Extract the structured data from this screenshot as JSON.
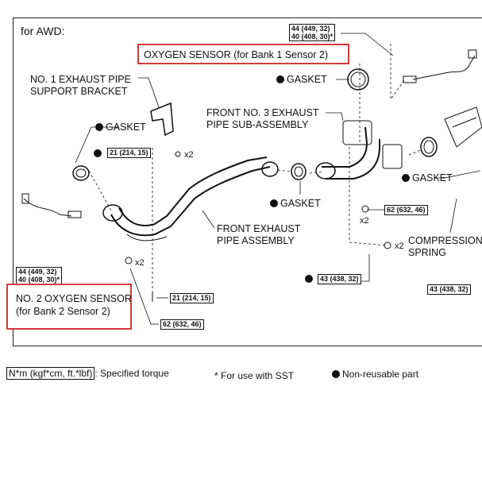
{
  "diagram": {
    "header": "for AWD:",
    "labels": {
      "oxygen_sensor_1": "OXYGEN SENSOR (for Bank 1 Sensor 2)",
      "support_bracket_1": "NO. 1 EXHAUST PIPE",
      "support_bracket_2": "SUPPORT BRACKET",
      "gasket": "GASKET",
      "front_no3_1": "FRONT NO. 3 EXHAUST",
      "front_no3_2": "PIPE SUB-ASSEMBLY",
      "front_exhaust_1": "FRONT EXHAUST",
      "front_exhaust_2": "PIPE ASSEMBLY",
      "compression_1": "COMPRESSION",
      "compression_2": "SPRING",
      "no2_sensor_1": "NO. 2 OXYGEN SENSOR",
      "no2_sensor_2": "(for Bank 2 Sensor 2)",
      "x2": "x2"
    },
    "torques": {
      "t44a_1": "44 (449, 32)",
      "t44a_2": "40 (408, 30)*",
      "t44b_1": "44 (449, 32)",
      "t44b_2": "40 (408, 30)*",
      "t21a": "21 (214, 15)",
      "t21b": "21 (214, 15)",
      "t62a": "62 (632, 46)",
      "t62b": "62 (632, 46)",
      "t43a": "43 (438, 32)",
      "t43b": "43 (438, 32)"
    }
  },
  "legend": {
    "unit": "N*m (kgf*cm, ft.*lbf)",
    "unit_desc": ": Specified torque",
    "sst": "* For use with SST",
    "nonreusable": "Non-reusable part"
  },
  "colors": {
    "highlight": "#d63a3a",
    "line": "#111111"
  }
}
